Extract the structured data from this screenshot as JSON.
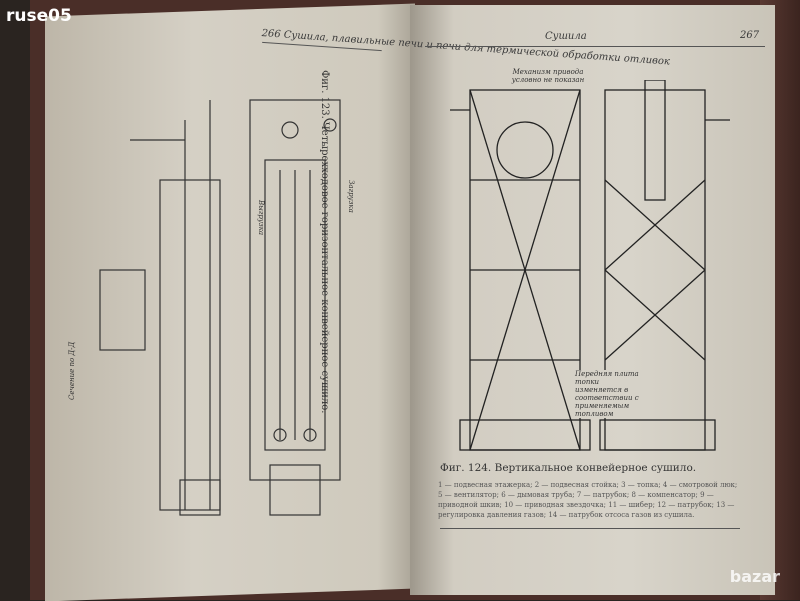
{
  "watermark": "ruse05",
  "watermark_bottom": "bazar",
  "left_page": {
    "page_number": "266",
    "running_head": "Сушила, плавильные печи и печи для термической обработки отливок",
    "figure_caption": "Фиг. 123. Четырехходовое горизонтальное конвейерное сушило.",
    "labels": {
      "section": "Сечение по Д-Д",
      "unload": "Выгрузка",
      "load": "Загрузка"
    }
  },
  "right_page": {
    "running_head": "Сушила",
    "page_number": "267",
    "figure_caption": "Фиг. 124. Вертикальное конвейерное сушило.",
    "labels": {
      "drive": "Механизм привода условно не показан",
      "plate": "Передняя плита топки изменяется в соответствии с применяемым топливом"
    },
    "legend": "1 — подвесная этажерка; 2 — подвесная стойка; 3 — топка; 4 — смотровой люк; 5 — вентилятор; 6 — дымовая труба; 7 — патрубок; 8 — компенсатор; 9 — приводной шкив; 10 — приводная звездочка; 11 — шибер; 12 — патрубок; 13 — регулировка давления газов; 14 — патрубок отсоса газов из сушила."
  }
}
